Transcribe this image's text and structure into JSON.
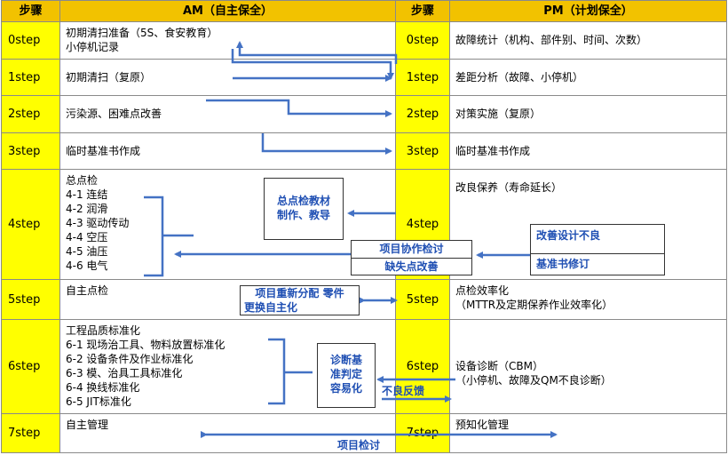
{
  "header": {
    "step1": "步骤",
    "am": "AM（自主保全）",
    "step2": "步骤",
    "pm": "PM（计划保全）"
  },
  "rows": [
    {
      "step": "0step",
      "am": [
        "初期清扫准备（5S、食安教育）",
        "小停机记录"
      ],
      "pm": [
        "故障统计（机构、部件别、时间、次数）"
      ]
    },
    {
      "step": "1step",
      "am": [
        "初期清扫（复原）"
      ],
      "pm": [
        "差距分析（故障、小停机）"
      ]
    },
    {
      "step": "2step",
      "am": [
        "污染源、困难点改善"
      ],
      "pm": [
        "对策实施（复原）"
      ]
    },
    {
      "step": "3step",
      "am": [
        "临时基准书作成"
      ],
      "pm": [
        "临时基准书作成"
      ]
    },
    {
      "step": "4step",
      "am": [
        "总点检",
        "4-1 连结",
        "4-2 润滑",
        "4-3 驱动传动",
        "4-4 空压",
        "4-5 油压",
        "4-6 电气"
      ],
      "pm": [
        "改良保养（寿命延长）"
      ]
    },
    {
      "step": "5step",
      "am": [
        "自主点检"
      ],
      "pm": [
        "点检效率化",
        "（MTTR及定期保养作业效率化）"
      ]
    },
    {
      "step": "6step",
      "am": [
        "工程品质标准化",
        "6-1 现场治工具、物料放置标准化",
        "6-2 设备条件及作业标准化",
        "6-3 模、治具工具标准化",
        "6-4 换线标准化",
        "6-5 JIT标准化"
      ],
      "pm": [
        "设备诊断（CBM）",
        "（小停机、故障及QM不良诊断）"
      ]
    },
    {
      "step": "7step",
      "am": [
        "自主管理"
      ],
      "pm": [
        "预知化管理"
      ]
    }
  ],
  "annotations": {
    "teaching_box": [
      "总点检教材",
      "制作、教导"
    ],
    "collab_box": [
      "项目协作检讨",
      "缺失点改善"
    ],
    "design_box": [
      "改善设计不良",
      "基准书修订"
    ],
    "realloc_box": [
      "项目重新分配  零件",
      "更换自主化"
    ],
    "diagnosis_box": [
      "诊断基",
      "准判定",
      "容易化"
    ],
    "feedback_label": "不良反馈",
    "review_label": "项目检讨"
  },
  "colors": {
    "header": "#f2c200",
    "step": "#ffff00",
    "arrow": "#4472c4",
    "annotation_text": "#1f4fb3"
  }
}
